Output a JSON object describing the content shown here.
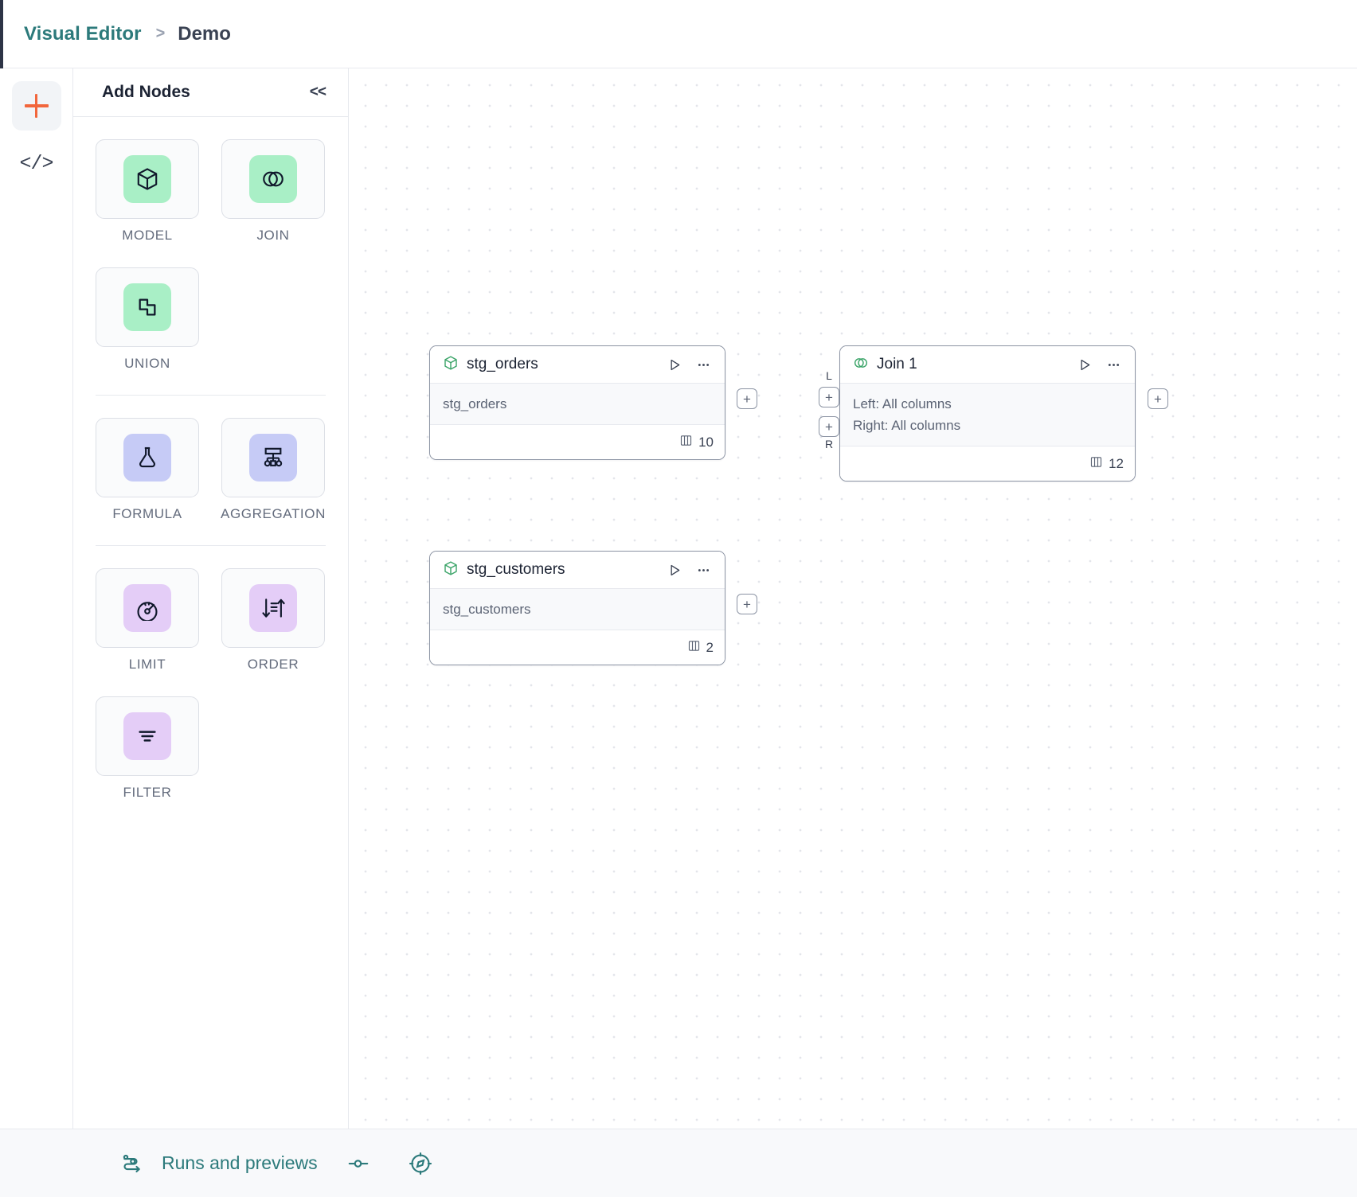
{
  "breadcrumb": {
    "root": "Visual Editor",
    "separator": ">",
    "leaf": "Demo"
  },
  "rail": {
    "add_label": "+",
    "code_label": "</>"
  },
  "panel": {
    "title": "Add Nodes",
    "collapse_label": "<<",
    "groups": [
      {
        "tiles": [
          {
            "label": "MODEL",
            "icon": "cube-icon",
            "color": "green"
          },
          {
            "label": "JOIN",
            "icon": "venn-icon",
            "color": "green"
          },
          {
            "label": "UNION",
            "icon": "union-shapes-icon",
            "color": "green"
          }
        ]
      },
      {
        "tiles": [
          {
            "label": "FORMULA",
            "icon": "flask-icon",
            "color": "blue"
          },
          {
            "label": "AGGREGATION",
            "icon": "hierarchy-icon",
            "color": "blue"
          }
        ]
      },
      {
        "tiles": [
          {
            "label": "LIMIT",
            "icon": "gauge-icon",
            "color": "purple"
          },
          {
            "label": "ORDER",
            "icon": "sort-icon",
            "color": "purple"
          },
          {
            "label": "FILTER",
            "icon": "filter-lines-icon",
            "color": "purple"
          }
        ]
      }
    ]
  },
  "canvas": {
    "nodes": [
      {
        "id": "stg_orders",
        "title": "stg_orders",
        "icon": "cube-icon",
        "rows": [
          "stg_orders"
        ],
        "column_count": "10",
        "run_label": "▷",
        "menu_label": "•••"
      },
      {
        "id": "join1",
        "title": "Join 1",
        "icon": "venn-icon",
        "rows": [
          "Left: All columns",
          "Right: All columns"
        ],
        "column_count": "12",
        "run_label": "▷",
        "menu_label": "•••",
        "input_labels": [
          "L",
          "R"
        ]
      },
      {
        "id": "stg_customers",
        "title": "stg_customers",
        "icon": "cube-icon",
        "rows": [
          "stg_customers"
        ],
        "column_count": "2",
        "run_label": "▷",
        "menu_label": "•••"
      }
    ],
    "handle_label": "+"
  },
  "bottombar": {
    "runs_label": "Runs and previews",
    "pipeline_icon": "pipeline-icon",
    "slider_icon": "slider-icon",
    "compass_icon": "compass-icon"
  },
  "colors": {
    "brand_teal": "#2c7a7b",
    "accent_orange": "#f2663c",
    "green_tile": "#a9efc6",
    "blue_tile": "#c6cbf6",
    "purple_tile": "#e4cdf7"
  }
}
